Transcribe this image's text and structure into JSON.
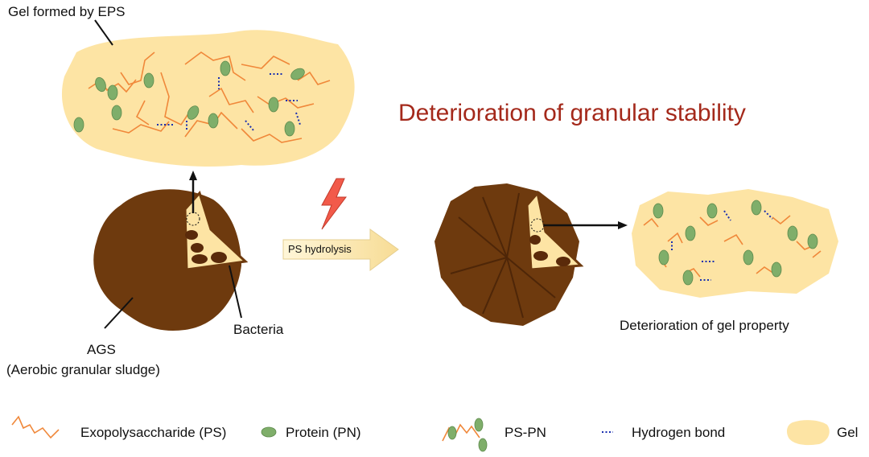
{
  "labels": {
    "gel_eps": "Gel formed by EPS",
    "title": "Deterioration of granular stability",
    "ps_hydrolysis": "PS hydrolysis",
    "ags": "AGS",
    "ags_full": "(Aerobic granular sludge)",
    "bacteria": "Bacteria",
    "gel_deterioration": "Deterioration of gel property"
  },
  "legend": [
    {
      "icon": "polysaccharide-chain-icon",
      "label": "Exopolysaccharide (PS)"
    },
    {
      "icon": "protein-icon",
      "label": "Protein (PN)"
    },
    {
      "icon": "ps-pn-complex-icon",
      "label": "PS-PN"
    },
    {
      "icon": "hydrogen-bond-icon",
      "label": "Hydrogen bond"
    },
    {
      "icon": "gel-icon",
      "label": "Gel"
    }
  ],
  "colors": {
    "gel": "#fde4a4",
    "sludge": "#6e3a0e",
    "title": "#a4291b",
    "polysaccharide": "#f0883a",
    "protein": "#7fae6a",
    "hydrogen_bond": "#1a2fb0",
    "lightning": "#f25a4a"
  }
}
